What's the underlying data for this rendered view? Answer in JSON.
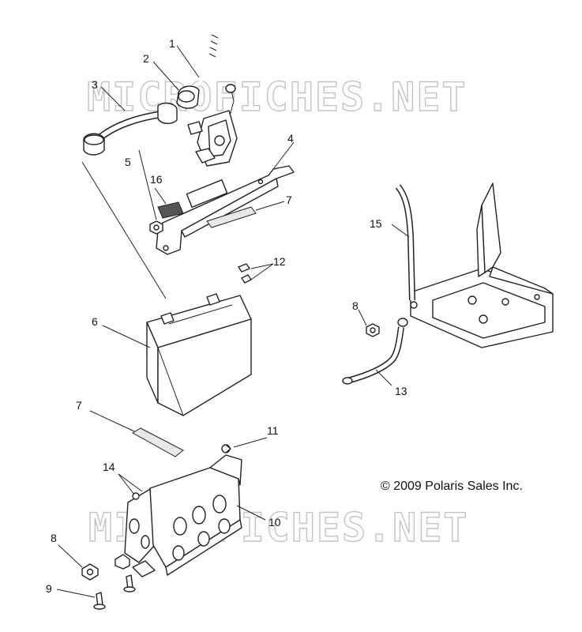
{
  "watermark": {
    "text": "MICROFICHES.NET"
  },
  "copyright": "© 2009 Polaris Sales Inc.",
  "callouts": {
    "c1": "1",
    "c2": "2",
    "c3": "3",
    "c4": "4",
    "c5": "5",
    "c6": "6",
    "c7a": "7",
    "c7b": "7",
    "c8a": "8",
    "c8b": "8",
    "c9": "9",
    "c10": "10",
    "c11": "11",
    "c12": "12",
    "c13": "13",
    "c14": "14",
    "c15": "15",
    "c16": "16"
  }
}
